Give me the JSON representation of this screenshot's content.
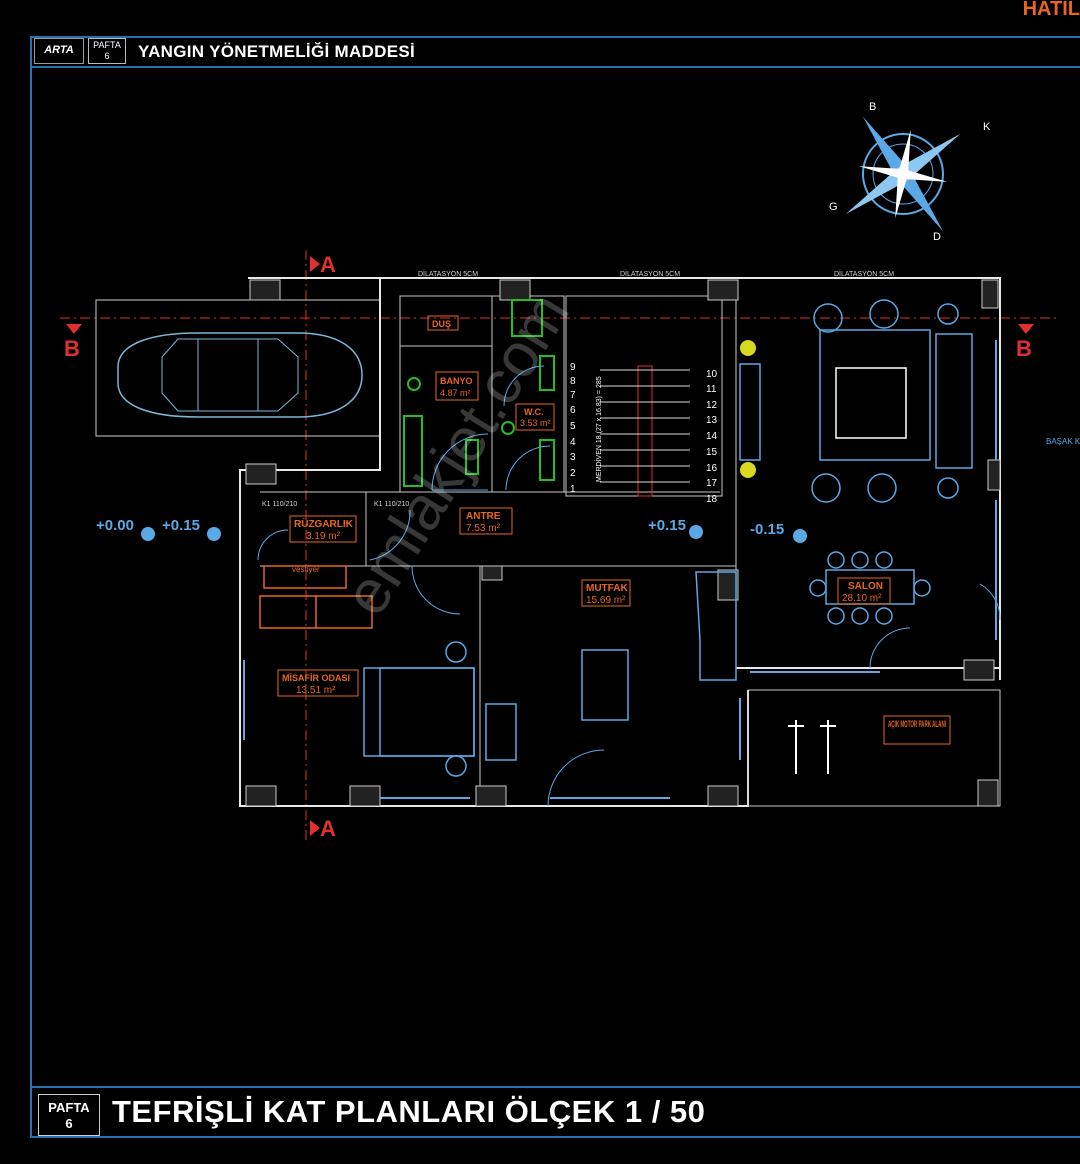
{
  "header": {
    "logo_text": "ARTA",
    "pafta_label": "PAFTA",
    "pafta_no": "6",
    "title": "YANGIN YÖNETMELİĞİ MADDESİ",
    "corner_text": "HATIL"
  },
  "footer": {
    "pafta_label": "PAFTA",
    "pafta_no": "6",
    "title": "TEFRİŞLİ KAT PLANLARI ÖLÇEK 1 / 50"
  },
  "compass": {
    "n": "B",
    "e": "K",
    "s": "D",
    "w": "G"
  },
  "sections": {
    "a_top": "A",
    "a_bottom": "A",
    "b_left": "B",
    "b_right": "B"
  },
  "dilatation": {
    "left": "DİLATASYON 5CM",
    "mid": "DİLATASYON 5CM",
    "right": "DİLATASYON 5CM"
  },
  "levels": {
    "l1": "+0.00",
    "l2": "+0.15",
    "l3": "+0.15",
    "l4": "-0.15"
  },
  "rooms": {
    "dus": {
      "name": "DUŞ"
    },
    "banyo": {
      "name": "BANYO",
      "area": "4.87 m²"
    },
    "wc": {
      "name": "W.C.",
      "area": "3.53 m²"
    },
    "antre": {
      "name": "ANTRE",
      "area": "7.53 m²"
    },
    "ruzgarlik": {
      "name": "RÜZGARLIK",
      "area": "3.19 m²"
    },
    "mutfak": {
      "name": "MUTFAK",
      "area": "15.69 m²"
    },
    "salon": {
      "name": "SALON",
      "area": "28.10 m²"
    },
    "misafir": {
      "name": "MİSAFİR ODASI",
      "area": "13.51 m²"
    },
    "motor": {
      "name": "AÇIK MOTOR PARK ALANI"
    }
  },
  "vestiyer": "vestiyer",
  "door_k1_a": "K1 110/210",
  "door_k1_b": "K1 110/210",
  "stair_left": [
    "9",
    "8",
    "7",
    "6",
    "5",
    "4",
    "3",
    "2",
    "1"
  ],
  "stair_right": [
    "10",
    "11",
    "12",
    "13",
    "14",
    "15",
    "16",
    "17",
    "18"
  ],
  "stair_label": "MERDİVEN 18 (27 x 16.83) = 285",
  "side_labels": {
    "basak": "BAŞAK K"
  },
  "watermark": "emlakjet.com"
}
